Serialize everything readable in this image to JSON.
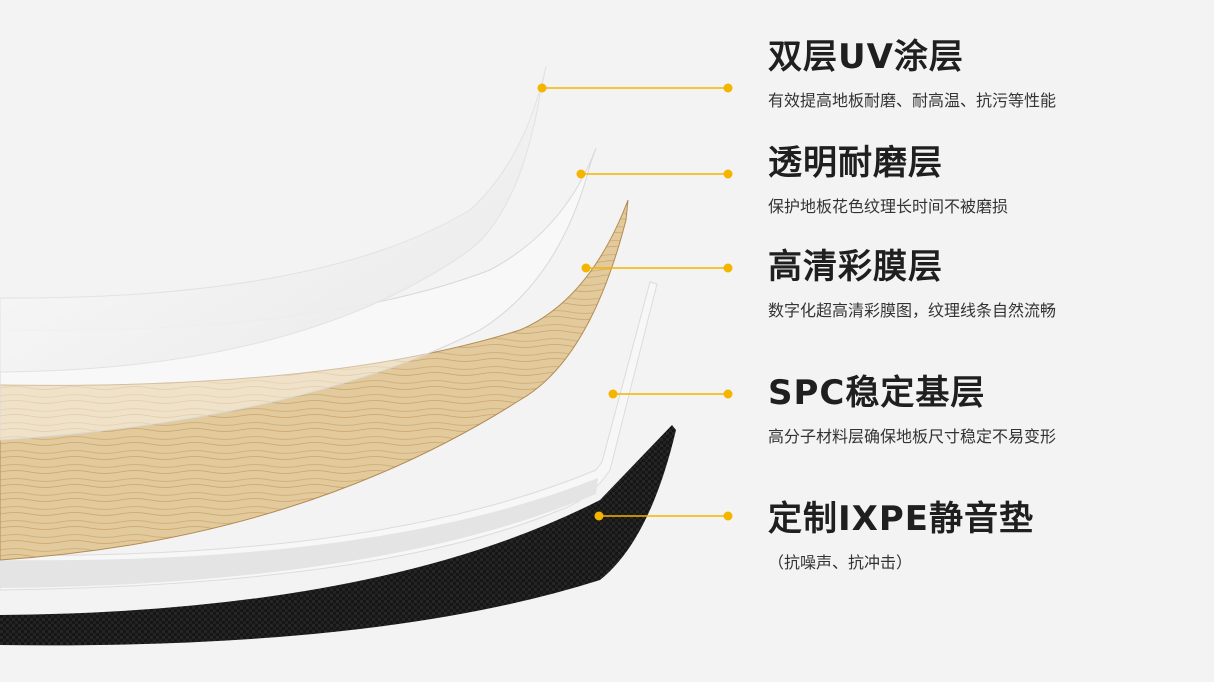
{
  "layers": [
    {
      "title": "双层UV涂层",
      "desc": "有效提高地板耐磨、耐高温、抗污等性能"
    },
    {
      "title": "透明耐磨层",
      "desc": "保护地板花色纹理长时间不被磨损"
    },
    {
      "title": "高清彩膜层",
      "desc": "数字化超高清彩膜图，纹理线条自然流畅"
    },
    {
      "title": "SPC稳定基层",
      "desc": "高分子材料层确保地板尺寸稳定不易变形"
    },
    {
      "title": "定制IXPE静音垫",
      "desc": "（抗噪声、抗冲击）"
    }
  ],
  "colors": {
    "accent": "#f5b400",
    "background": "#f3f3f3",
    "wood": "#e2c99a",
    "pad": "#1a1a1a"
  }
}
